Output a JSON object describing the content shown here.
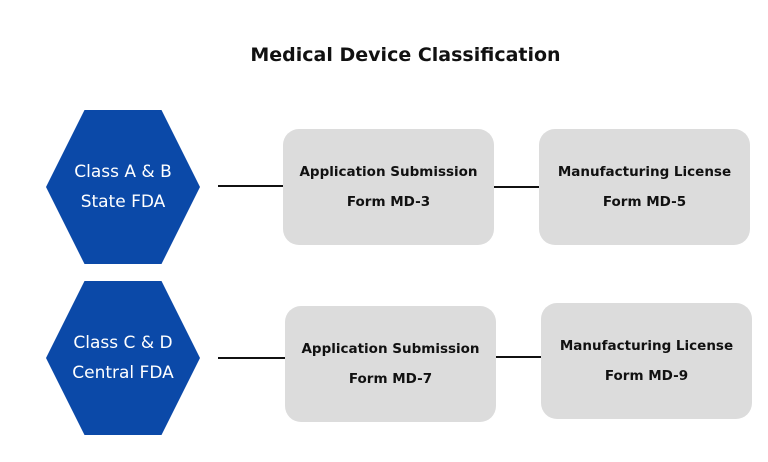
{
  "title": "Medical Device Classification",
  "colors": {
    "hexagon_fill": "#0b49a8",
    "box_fill": "#dcdcdc",
    "connector": "#111111",
    "text_dark": "#111111",
    "text_light": "#ffffff"
  },
  "rows": [
    {
      "class": {
        "line1": "Class A & B",
        "line2": "State FDA"
      },
      "application": {
        "line1": "Application Submission",
        "line2": "Form MD-3"
      },
      "license": {
        "line1": "Manufacturing License",
        "line2": "Form MD-5"
      }
    },
    {
      "class": {
        "line1": "Class C & D",
        "line2": "Central FDA"
      },
      "application": {
        "line1": "Application Submission",
        "line2": "Form MD-7"
      },
      "license": {
        "line1": "Manufacturing License",
        "line2": "Form MD-9"
      }
    }
  ]
}
